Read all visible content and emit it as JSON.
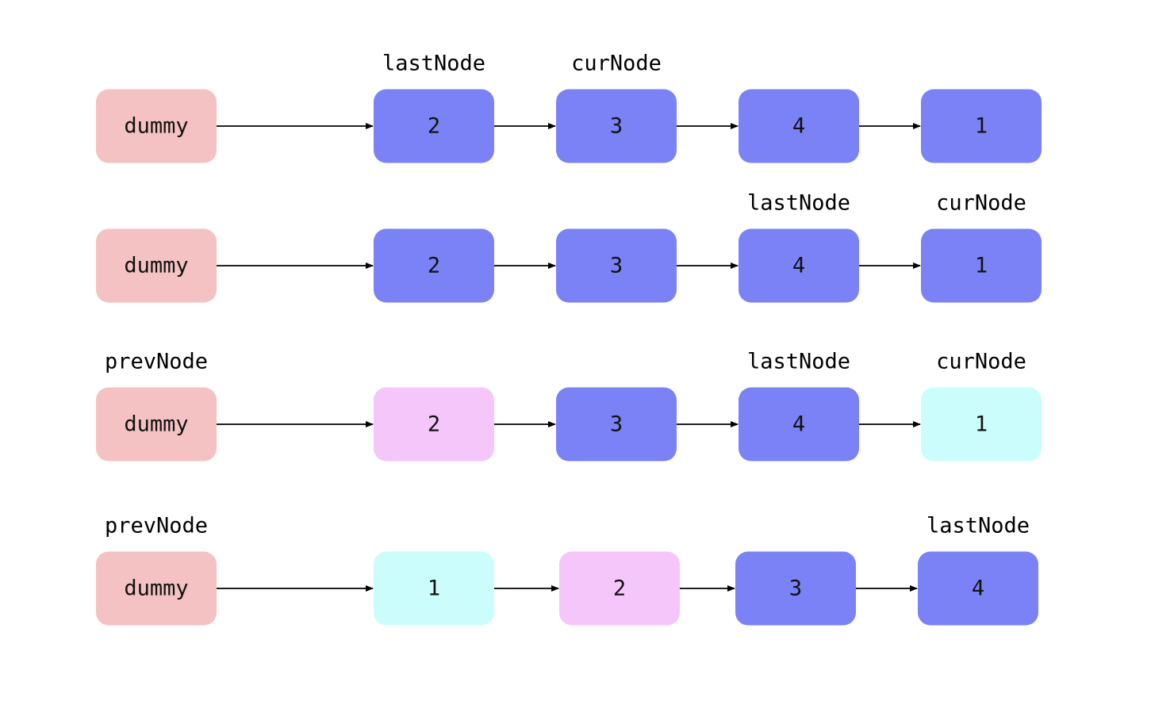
{
  "colors": {
    "dummy": "#f4c2c2",
    "default": "#7b82f5",
    "moved": "#f5c6fa",
    "inserted": "#ccfdfd",
    "text": "#111111",
    "edge": "#000000"
  },
  "rows": [
    {
      "nodes": [
        {
          "label": "dummy",
          "kind": "dummy",
          "pointer": ""
        },
        {
          "label": "2",
          "kind": "default",
          "pointer": "lastNode"
        },
        {
          "label": "3",
          "kind": "default",
          "pointer": "curNode"
        },
        {
          "label": "4",
          "kind": "default",
          "pointer": ""
        },
        {
          "label": "1",
          "kind": "default",
          "pointer": ""
        }
      ]
    },
    {
      "nodes": [
        {
          "label": "dummy",
          "kind": "dummy",
          "pointer": ""
        },
        {
          "label": "2",
          "kind": "default",
          "pointer": ""
        },
        {
          "label": "3",
          "kind": "default",
          "pointer": ""
        },
        {
          "label": "4",
          "kind": "default",
          "pointer": "lastNode"
        },
        {
          "label": "1",
          "kind": "default",
          "pointer": "curNode"
        }
      ]
    },
    {
      "nodes": [
        {
          "label": "dummy",
          "kind": "dummy",
          "pointer": "prevNode"
        },
        {
          "label": "2",
          "kind": "moved",
          "pointer": ""
        },
        {
          "label": "3",
          "kind": "default",
          "pointer": ""
        },
        {
          "label": "4",
          "kind": "default",
          "pointer": "lastNode"
        },
        {
          "label": "1",
          "kind": "inserted",
          "pointer": "curNode"
        }
      ]
    },
    {
      "nodes": [
        {
          "label": "dummy",
          "kind": "dummy",
          "pointer": "prevNode"
        },
        {
          "label": "1",
          "kind": "inserted",
          "pointer": ""
        },
        {
          "label": "2",
          "kind": "moved",
          "pointer": ""
        },
        {
          "label": "3",
          "kind": "default",
          "pointer": ""
        },
        {
          "label": "4",
          "kind": "default",
          "pointer": "lastNode"
        }
      ]
    }
  ]
}
